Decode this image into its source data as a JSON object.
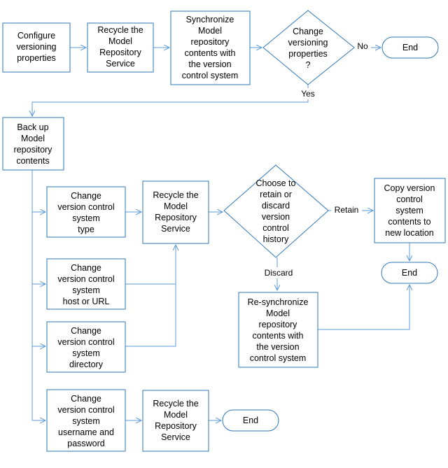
{
  "colors": {
    "stroke": "#2e75b6",
    "connector": "#5b9bd5",
    "fill": "#ffffff",
    "text": "#000000"
  },
  "nodes": {
    "configure": [
      "Configure",
      "versioning",
      "properties"
    ],
    "recycle1": [
      "Recycle the",
      "Model",
      "Repository",
      "Service"
    ],
    "sync": [
      "Synchronize",
      "Model",
      "repository",
      "contents with",
      "the version",
      "control system"
    ],
    "change_props": [
      "Change",
      "versioning",
      "properties",
      "?"
    ],
    "end1": [
      "End"
    ],
    "backup": [
      "Back up",
      "Model",
      "repository",
      "contents"
    ],
    "change_type": [
      "Change",
      "version control",
      "system",
      "type"
    ],
    "change_host": [
      "Change",
      "version control",
      "system",
      "host or URL"
    ],
    "change_dir": [
      "Change",
      "version control",
      "system",
      "directory"
    ],
    "change_user": [
      "Change",
      "version control",
      "system",
      "username and",
      "password"
    ],
    "recycle2": [
      "Recycle the",
      "Model",
      "Repository",
      "Service"
    ],
    "retain_discard": [
      "Choose to",
      "retain or",
      "discard",
      "version",
      "control",
      "history"
    ],
    "copy": [
      "Copy version",
      "control",
      "system",
      "contents to",
      "new location"
    ],
    "end2": [
      "End"
    ],
    "resync": [
      "Re-synchronize",
      "Model",
      "repository",
      "contents with",
      "the version",
      "control system"
    ],
    "recycle3": [
      "Recycle the",
      "Model",
      "Repository",
      "Service"
    ],
    "end3": [
      "End"
    ]
  },
  "edge_labels": {
    "no": "No",
    "yes": "Yes",
    "retain": "Retain",
    "discard": "Discard"
  }
}
